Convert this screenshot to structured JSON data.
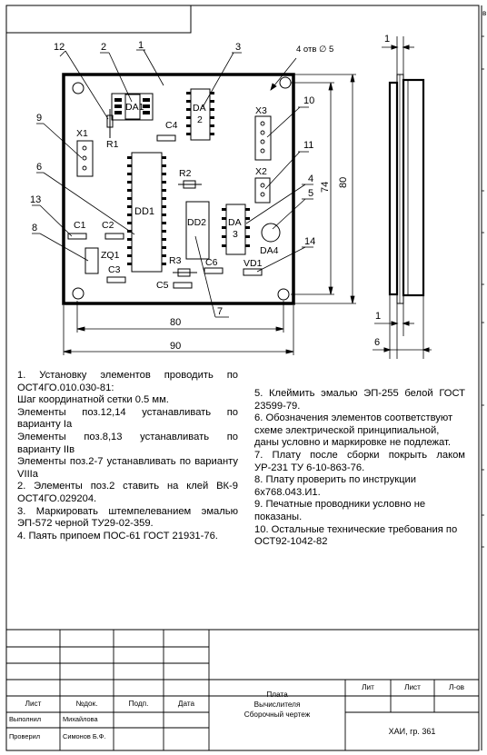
{
  "drawing": {
    "labels": {
      "DA1": "DA1",
      "DA2_a": "DA",
      "DA2_b": "2",
      "C4": "C4",
      "R1": "R1",
      "X1": "X1",
      "R2": "R2",
      "DD1": "DD1",
      "DD2": "DD2",
      "DA3_a": "DA",
      "DA3_b": "3",
      "C1": "C1",
      "C2": "C2",
      "ZQ1": "ZQ1",
      "C3": "C3",
      "R3": "R3",
      "C6": "C6",
      "C5": "C5",
      "VD1": "VD1",
      "DA4": "DA4",
      "X3": "X3",
      "X2": "X2"
    },
    "callouts": {
      "c12": "12",
      "c2": "2",
      "c1": "1",
      "c3": "3",
      "c9": "9",
      "c6": "6",
      "c13": "13",
      "c8": "8",
      "c7": "7",
      "c10": "10",
      "c11": "11",
      "c4": "4",
      "c5": "5",
      "c14": "14"
    },
    "holes_note": "4 отв ∅ 5",
    "dimensions": {
      "width_inner": "80",
      "width_outer": "90",
      "height_outer": "80",
      "height_inner": "74",
      "side_thickness_top": "1",
      "side_thickness_bottom": "1",
      "side_total": "6"
    }
  },
  "notes": {
    "left": [
      "1. Установку элементов проводить по ОСТ4ГО.010.030-81:",
      "Шаг координатной сетки 0.5 мм.",
      "Элементы поз.12,14 устанавливать по варианту Iа",
      "Элементы поз.8,13 устанавливать по варианту IIв",
      "Элементы поз.2-7 устанавливать по варианту VIIIа",
      "2. Элементы поз.2 ставить на клей ВК-9 ОСТ4ГО.029204.",
      "3. Маркировать штемпелеванием эмалью ЭП-572 черной ТУ29-02-359.",
      "4. Паять припоем ПОС-61 ГОСТ 21931-76."
    ],
    "right": [
      "5. Клеймить эмалью ЭП-255 белой ГОСТ 23599-79.",
      "6. Обозначения элементов соответствуют схеме электрической принципиальной, даны условно и маркировке не подлежат.",
      "7. Плату после сборки покрыть лаком УР-231 ТУ 6-10-863-76.",
      "8. Плату проверить по инструкции 6х768.043.И1.",
      "9. Печатные проводники условно не показаны.",
      "10. Остальные технические требования по ОСТ92-1042-82"
    ]
  },
  "title_block": {
    "headers": {
      "sheet": "Лист",
      "doc_no": "№док.",
      "signature": "Подп.",
      "date": "Дата"
    },
    "rows": [
      {
        "role": "Выполнил",
        "name": "Михайлова"
      },
      {
        "role": "Проверил",
        "name": "Симонов Б.Ф."
      }
    ],
    "document_title": [
      "Плата",
      "Вычислителя",
      "Сборочный чертеж"
    ],
    "lit_label": "Лит",
    "sheet_label": "Лист",
    "sheets_label": "Л-ов",
    "organization": "ХАИ, гр. 361"
  },
  "edge_mark": "в"
}
